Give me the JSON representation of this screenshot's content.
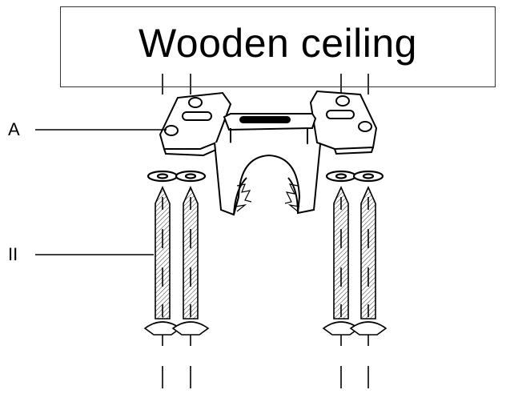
{
  "ceiling": {
    "label": "Wooden ceiling"
  },
  "callouts": {
    "a": "A",
    "ii": "II"
  },
  "parts": {
    "bracket": "pipe-clip-icon",
    "screws": "wood-screw-icon",
    "washers": "washer-icon"
  }
}
